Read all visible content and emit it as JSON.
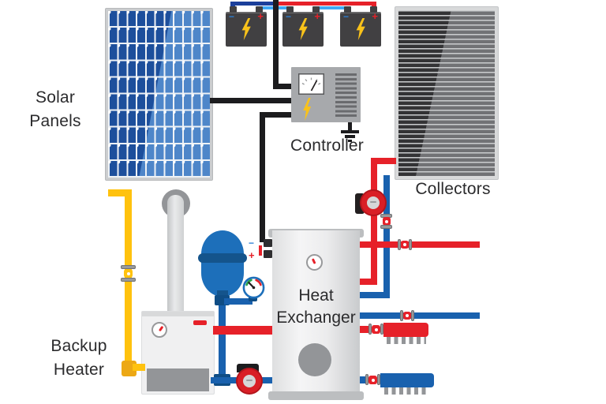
{
  "labels": {
    "solar_line1": "Solar",
    "solar_line2": "Panels",
    "controller": "Controller",
    "collectors": "Collectors",
    "heat_line1": "Heat",
    "heat_line2": "Exchanger",
    "backup_line1": "Backup",
    "backup_line2": "Heater"
  },
  "battery": {
    "minus_label": "−",
    "plus_label": "+"
  },
  "heater_element_terminal": {
    "minus_label": "−",
    "plus_label": "+"
  },
  "colors": {
    "hot_pipe": "#e62129",
    "cold_pipe": "#1961ae",
    "gas_pipe": "#ffc20e",
    "negative_wire": "#1b3f9b",
    "positive_wire": "#e62129",
    "battery_jumper_wire": "#3fa9f5",
    "dc_wire": "#1c1c1e",
    "lightning_bolt": "#f9c21a",
    "panel_blue_dark": "#1d4f9c",
    "panel_blue_light": "#4e86c9",
    "collector_dark": "#333335",
    "tank_gray": "#e8e9ea"
  }
}
